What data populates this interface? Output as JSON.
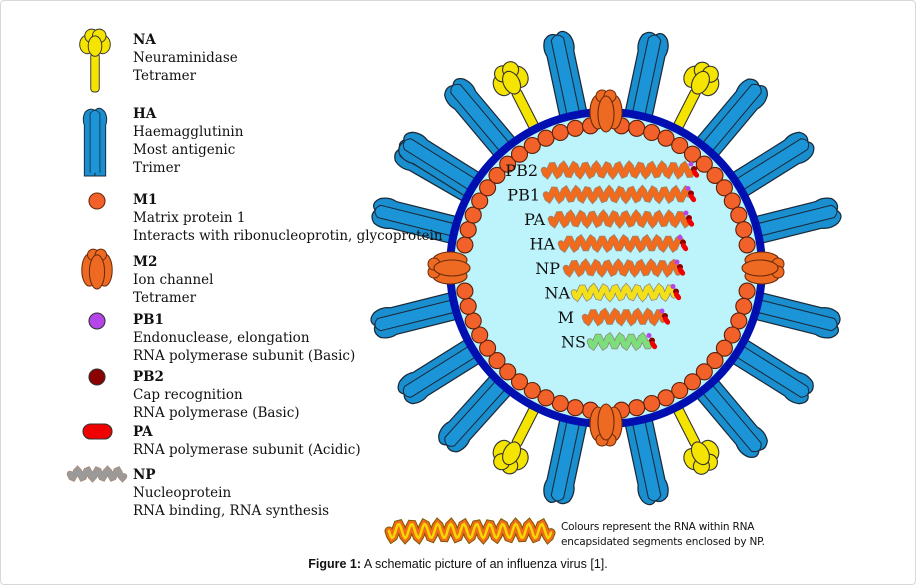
{
  "legend": [
    {
      "key": "na",
      "title": "NA",
      "lines": [
        "Neuraminidase",
        "Tetramer"
      ],
      "icon": "na-tetramer-icon"
    },
    {
      "key": "ha",
      "title": "HA",
      "lines": [
        "Haemagglutinin",
        "Most antigenic",
        "Trimer"
      ],
      "icon": "ha-trimer-icon"
    },
    {
      "key": "m1",
      "title": "M1",
      "lines": [
        "Matrix protein 1",
        "Interacts with ribonucleoprotin, glycoprotein"
      ],
      "icon": "m1-sphere-icon"
    },
    {
      "key": "m2",
      "title": "M2",
      "lines": [
        "Ion channel",
        "Tetramer"
      ],
      "icon": "m2-channel-icon"
    },
    {
      "key": "pb1",
      "title": "PB1",
      "lines": [
        "Endonuclease, elongation",
        "RNA polymerase subunit (Basic)"
      ],
      "icon": "pb1-dot-icon"
    },
    {
      "key": "pb2",
      "title": "PB2",
      "lines": [
        "Cap recognition",
        "RNA polymerase (Basic)"
      ],
      "icon": "pb2-dot-icon"
    },
    {
      "key": "pa",
      "title": "PA",
      "lines": [
        "RNA polymerase subunit (Acidic)"
      ],
      "icon": "pa-pill-icon"
    },
    {
      "key": "np",
      "title": "NP",
      "lines": [
        "Nucleoprotein",
        "RNA binding, RNA synthesis"
      ],
      "icon": "np-coil-icon"
    }
  ],
  "segments": [
    {
      "label": "PB2",
      "color": "#f26a1b"
    },
    {
      "label": "PB1",
      "color": "#f26a1b"
    },
    {
      "label": "PA",
      "color": "#f26a1b"
    },
    {
      "label": "HA",
      "color": "#f26a1b"
    },
    {
      "label": "NP",
      "color": "#f26a1b"
    },
    {
      "label": "NA",
      "color": "#f2e01b"
    },
    {
      "label": "M",
      "color": "#f26a1b"
    },
    {
      "label": "NS",
      "color": "#7be07b"
    }
  ],
  "note": {
    "line1": "Colours represent the RNA within RNA",
    "line2": "encapsidated segments enclosed by NP."
  },
  "caption": {
    "label": "Figure 1:",
    "text": " A schematic picture of an influenza virus [1]."
  },
  "colors": {
    "ha_blue": "#1a8fd0",
    "na_yellow": "#f5e400",
    "m1_orange": "#f2612a",
    "m2_orange": "#ee6a22",
    "membrane": "#0010b0",
    "interior": "#bdf4fb",
    "pb1_purple": "#b545e8",
    "pb2_darkred": "#8b0000",
    "pa_red": "#f00000",
    "np_gray": "#9a9a9a"
  }
}
